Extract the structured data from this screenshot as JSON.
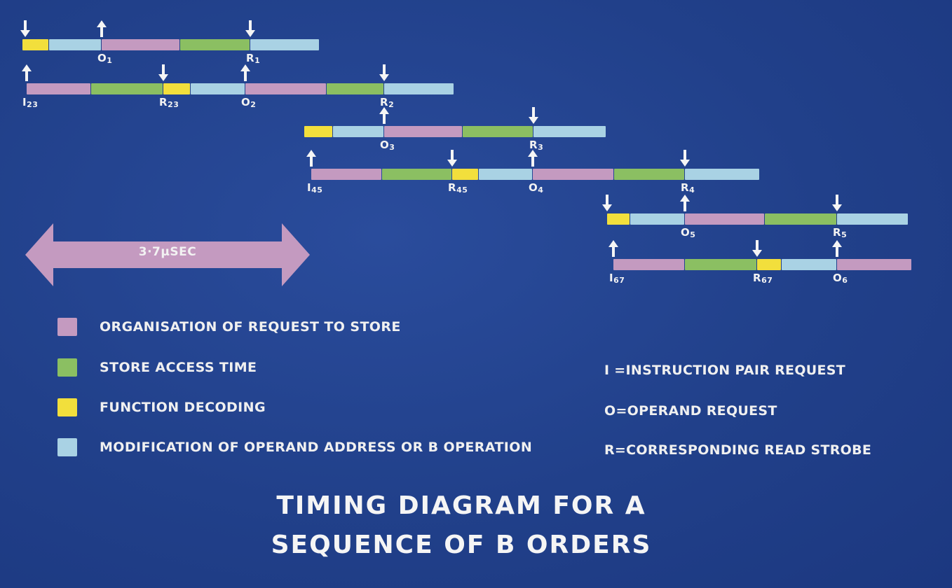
{
  "colors": {
    "organisation": "#c49ac0",
    "store_access": "#8bbf62",
    "function_decoding": "#f2df3c",
    "modification": "#a9d2e4",
    "background": "#22418c"
  },
  "duration_label": "3·7μSEC",
  "legend": [
    {
      "key": "organisation",
      "label": "ORGANISATION OF REQUEST TO STORE"
    },
    {
      "key": "store_access",
      "label": "STORE ACCESS TIME"
    },
    {
      "key": "function_decoding",
      "label": "FUNCTION DECODING"
    },
    {
      "key": "modification",
      "label": "MODIFICATION OF OPERAND ADDRESS OR B OPERATION"
    }
  ],
  "key_definitions": [
    "I =INSTRUCTION PAIR REQUEST",
    "O=OPERAND REQUEST",
    "R=CORRESPONDING READ STROBE"
  ],
  "title": [
    "TIMING DIAGRAM FOR A",
    "SEQUENCE OF B ORDERS"
  ],
  "rows": [
    {
      "segments": [
        "function_decoding",
        "modification",
        "organisation",
        "store_access",
        "modification"
      ],
      "markers": [
        {
          "dir": "down",
          "label": ""
        },
        {
          "dir": "up",
          "label": "O",
          "sub": "1"
        },
        {
          "dir": "down",
          "label": "R",
          "sub": "1"
        }
      ]
    },
    {
      "segments": [
        "organisation",
        "store_access",
        "function_decoding",
        "modification",
        "organisation",
        "store_access",
        "modification"
      ],
      "markers": [
        {
          "dir": "up",
          "label": "I",
          "sub": "23"
        },
        {
          "dir": "down",
          "label": "R",
          "sub": "23"
        },
        {
          "dir": "up",
          "label": "O",
          "sub": "2"
        },
        {
          "dir": "down",
          "label": "R",
          "sub": "2"
        }
      ]
    },
    {
      "segments": [
        "function_decoding",
        "modification",
        "organisation",
        "store_access",
        "modification"
      ],
      "markers": [
        {
          "dir": "up",
          "label": "O",
          "sub": "3"
        },
        {
          "dir": "down",
          "label": "R",
          "sub": "3"
        }
      ]
    },
    {
      "segments": [
        "organisation",
        "store_access",
        "function_decoding",
        "modification",
        "organisation",
        "store_access",
        "modification"
      ],
      "markers": [
        {
          "dir": "up",
          "label": "I",
          "sub": "45"
        },
        {
          "dir": "down",
          "label": "R",
          "sub": "45"
        },
        {
          "dir": "up",
          "label": "O",
          "sub": "4"
        },
        {
          "dir": "down",
          "label": "R",
          "sub": "4"
        }
      ]
    },
    {
      "segments": [
        "function_decoding",
        "modification",
        "organisation",
        "store_access",
        "modification"
      ],
      "markers": [
        {
          "dir": "down",
          "label": ""
        },
        {
          "dir": "up",
          "label": "O",
          "sub": "5"
        },
        {
          "dir": "down",
          "label": "R",
          "sub": "5"
        }
      ]
    },
    {
      "segments": [
        "organisation",
        "store_access",
        "function_decoding",
        "modification",
        "organisation"
      ],
      "markers": [
        {
          "dir": "up",
          "label": "I",
          "sub": "67"
        },
        {
          "dir": "down",
          "label": "R",
          "sub": "67"
        },
        {
          "dir": "up",
          "label": "O",
          "sub": "6"
        }
      ]
    }
  ]
}
